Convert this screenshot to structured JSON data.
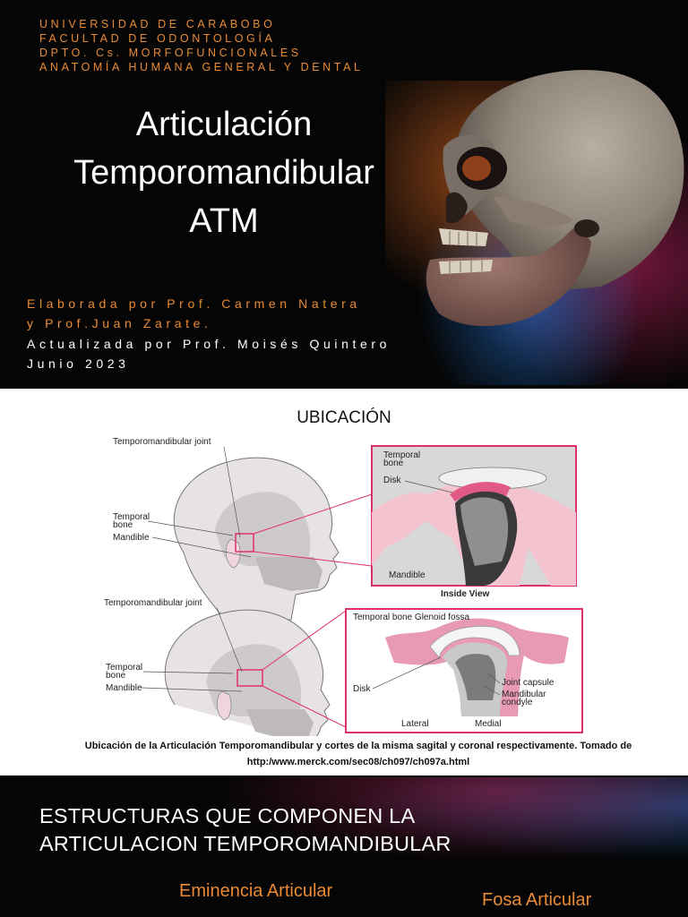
{
  "slide1": {
    "header_lines": [
      "UNIVERSIDAD DE CARABOBO",
      "FACULTAD DE ODONTOLOGÍA",
      "DPTO. Cs. MORFOFUNCIONALES",
      "ANATOMÍA HUMANA GENERAL Y DENTAL"
    ],
    "title_lines": [
      "Articulación",
      "Temporomandibular",
      "ATM"
    ],
    "credits": {
      "line1": "Elaborada por Prof. Carmen Natera",
      "line2": "y Prof.Juan Zarate.",
      "line3": "Actualizada por Prof. Moisés Quintero",
      "line4": "Junio 2023"
    },
    "colors": {
      "accent": "#e98b35",
      "background": "#050505",
      "title": "#ffffff"
    }
  },
  "slide2": {
    "title": "UBICACIÓN",
    "diagram_top": {
      "tmj_label": "Temporomandibular joint",
      "temporal_label_1": "Temporal",
      "temporal_label_2": "bone",
      "mandible_label": "Mandible",
      "inset_temporal_1": "Temporal",
      "inset_temporal_2": "bone",
      "inset_disk": "Disk",
      "inset_mandible": "Mandible",
      "inset_caption": "Inside View"
    },
    "diagram_bottom": {
      "tmj_label": "Temporomandibular joint",
      "temporal_label_1": "Temporal",
      "temporal_label_2": "bone",
      "mandible_label": "Mandible",
      "inset_top": "Temporal bone Glenoid fossa",
      "inset_disk": "Disk",
      "inset_capsule": "Joint capsule",
      "inset_condyle_1": "Mandibular",
      "inset_condyle_2": "condyle",
      "inset_lateral": "Lateral",
      "inset_medial": "Medial"
    },
    "caption_line1": "Ubicación de la Articulación Temporomandibular y cortes de la misma sagital y coronal respectivamente. Tomado de",
    "caption_line2": "http:/www.merck.com/sec08/ch097/ch097a.html"
  },
  "slide3": {
    "heading_line1": "ESTRUCTURAS QUE COMPONEN LA",
    "heading_line2": "ARTICULACION TEMPOROMANDIBULAR",
    "items": [
      "Eminencia Articular",
      "Fosa Articular"
    ]
  }
}
